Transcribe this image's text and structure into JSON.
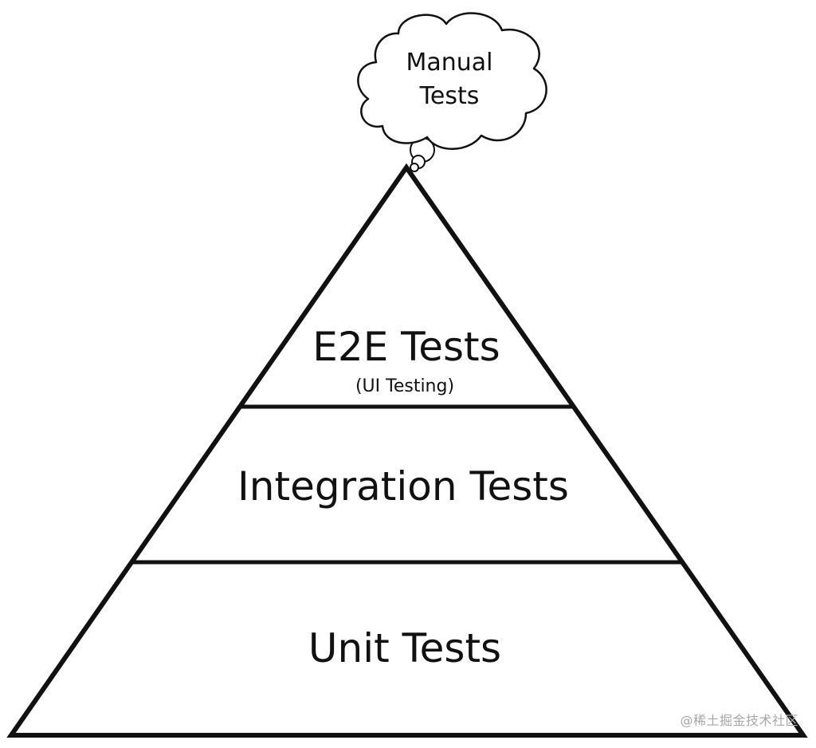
{
  "diagram": {
    "cloud": {
      "line1": "Manual",
      "line2": "Tests"
    },
    "layers": {
      "top": {
        "title": "E2E Tests",
        "subtitle": "(UI Testing)"
      },
      "middle": {
        "title": "Integration Tests"
      },
      "bottom": {
        "title": "Unit Tests"
      }
    },
    "colors": {
      "stroke": "#111111",
      "fill": "#ffffff",
      "text": "#111111",
      "watermark": "#a7a7a7"
    }
  },
  "watermark": {
    "text": "@稀土掘金技术社区"
  }
}
